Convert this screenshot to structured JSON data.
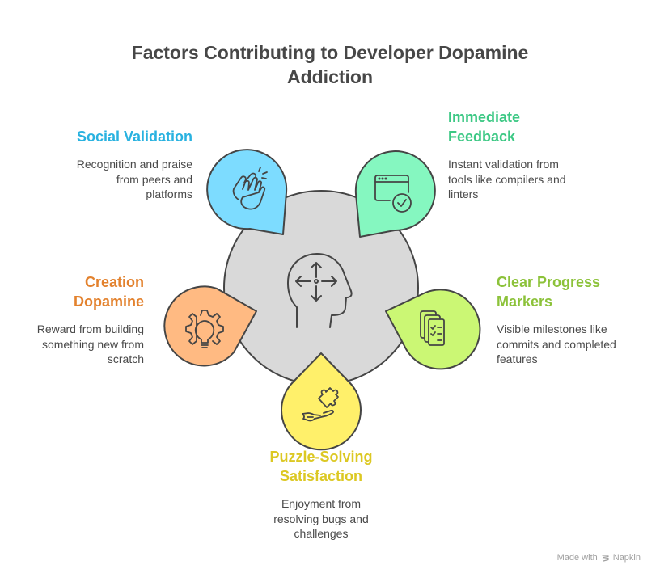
{
  "title": {
    "line1": "Factors Contributing to Developer Dopamine",
    "line2": "Addiction"
  },
  "center": {
    "icon": "head-with-arrows-icon",
    "fill": "#d9d9d9"
  },
  "factors": [
    {
      "id": "social-validation",
      "heading": [
        "Social Validation"
      ],
      "description": [
        "Recognition and praise",
        "from peers and",
        "platforms"
      ],
      "icon": "clapping-hands-icon",
      "fill": "#7ddcff",
      "text_color": "#29b2e0"
    },
    {
      "id": "immediate-feedback",
      "heading": [
        "Immediate",
        "Feedback"
      ],
      "description": [
        "Instant validation from",
        "tools like compilers and",
        "linters"
      ],
      "icon": "browser-check-icon",
      "fill": "#85f7c0",
      "text_color": "#3cc884"
    },
    {
      "id": "creation-dopamine",
      "heading": [
        "Creation",
        "Dopamine"
      ],
      "description": [
        "Reward from building",
        "something new from",
        "scratch"
      ],
      "icon": "gear-lightbulb-icon",
      "fill": "#ffba82",
      "text_color": "#e3822e"
    },
    {
      "id": "clear-progress-markers",
      "heading": [
        "Clear Progress",
        "Markers"
      ],
      "description": [
        "Visible milestones like",
        "commits and completed",
        "features"
      ],
      "icon": "checklist-documents-icon",
      "fill": "#cbf774",
      "text_color": "#8cc23a"
    },
    {
      "id": "puzzle-solving-satisfaction",
      "heading": [
        "Puzzle-Solving",
        "Satisfaction"
      ],
      "description": [
        "Enjoyment from",
        "resolving bugs and",
        "challenges"
      ],
      "icon": "puzzle-hand-icon",
      "fill": "#fff06a",
      "text_color": "#dcc823"
    }
  ],
  "footer": {
    "made_with": "Made with",
    "brand": "Napkin",
    "icon": "napkin-logo-icon"
  }
}
